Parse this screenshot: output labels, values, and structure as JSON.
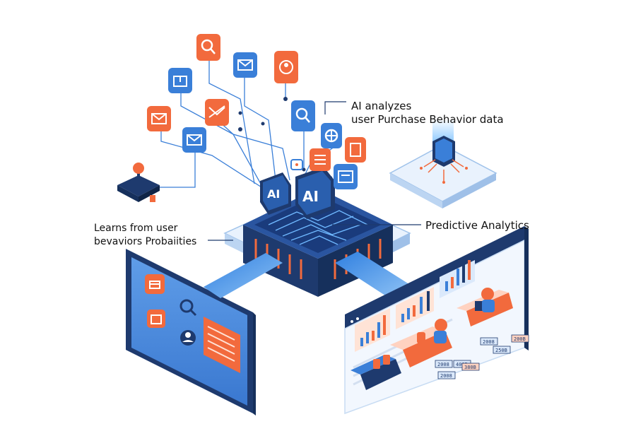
{
  "captions": {
    "ai_analyzes": {
      "line1": "AI analyzes",
      "line2": "user Purchase Behavior data"
    },
    "learns": {
      "line1": "Learns from user",
      "line2": "bevaviors Probaiities"
    },
    "predictive": "Predictive Analytics"
  },
  "chip_labels": {
    "back": "AI",
    "front": "AI"
  },
  "tags": {
    "row1": [
      "2008",
      "250B",
      "200B"
    ],
    "row2": [
      "2008",
      "400B"
    ],
    "row3": [
      "2008",
      "380B"
    ]
  },
  "colors": {
    "accent_orange": "#f26a3d",
    "accent_blue": "#3a7fd8",
    "navy": "#1e3a6e",
    "light_blue": "#dbe9fb"
  },
  "icons": [
    "search-icon",
    "mail-icon",
    "user-icon",
    "inbox-icon",
    "mail-icon",
    "alert-icon",
    "search-icon",
    "mail-icon",
    "mail-icon",
    "settings-icon",
    "list-icon",
    "document-icon",
    "chat-icon"
  ]
}
